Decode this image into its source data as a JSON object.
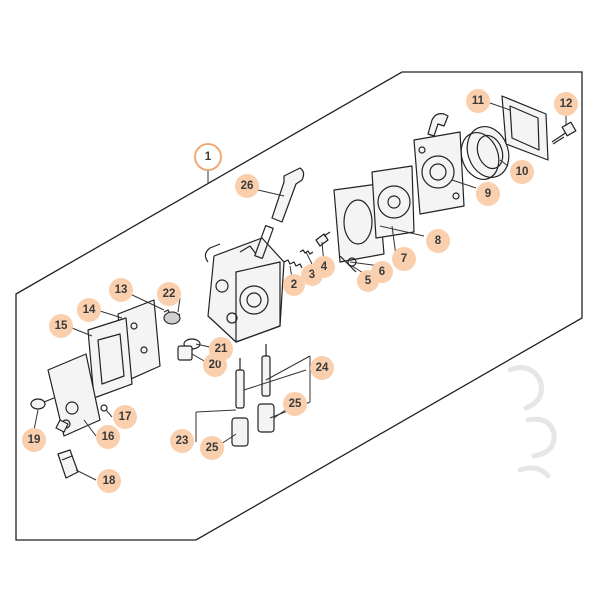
{
  "diagram": {
    "callouts": [
      {
        "id": "c1",
        "label": "1"
      },
      {
        "id": "c2",
        "label": "2"
      },
      {
        "id": "c3",
        "label": "3"
      },
      {
        "id": "c4",
        "label": "4"
      },
      {
        "id": "c5",
        "label": "5"
      },
      {
        "id": "c6",
        "label": "6"
      },
      {
        "id": "c7",
        "label": "7"
      },
      {
        "id": "c8",
        "label": "8"
      },
      {
        "id": "c9",
        "label": "9"
      },
      {
        "id": "c10",
        "label": "10"
      },
      {
        "id": "c11",
        "label": "11"
      },
      {
        "id": "c12",
        "label": "12"
      },
      {
        "id": "c13",
        "label": "13"
      },
      {
        "id": "c14",
        "label": "14"
      },
      {
        "id": "c15",
        "label": "15"
      },
      {
        "id": "c16",
        "label": "16"
      },
      {
        "id": "c17",
        "label": "17"
      },
      {
        "id": "c18",
        "label": "18"
      },
      {
        "id": "c19",
        "label": "19"
      },
      {
        "id": "c20",
        "label": "20"
      },
      {
        "id": "c21",
        "label": "21"
      },
      {
        "id": "c22",
        "label": "22"
      },
      {
        "id": "c23",
        "label": "23"
      },
      {
        "id": "c24",
        "label": "24"
      },
      {
        "id": "c25a",
        "label": "25"
      },
      {
        "id": "c25b",
        "label": "25"
      },
      {
        "id": "c26",
        "label": "26"
      }
    ],
    "colors": {
      "callout_fill": "#f9cfad",
      "main_callout_ring": "#f0a36a",
      "line": "#222222"
    }
  }
}
